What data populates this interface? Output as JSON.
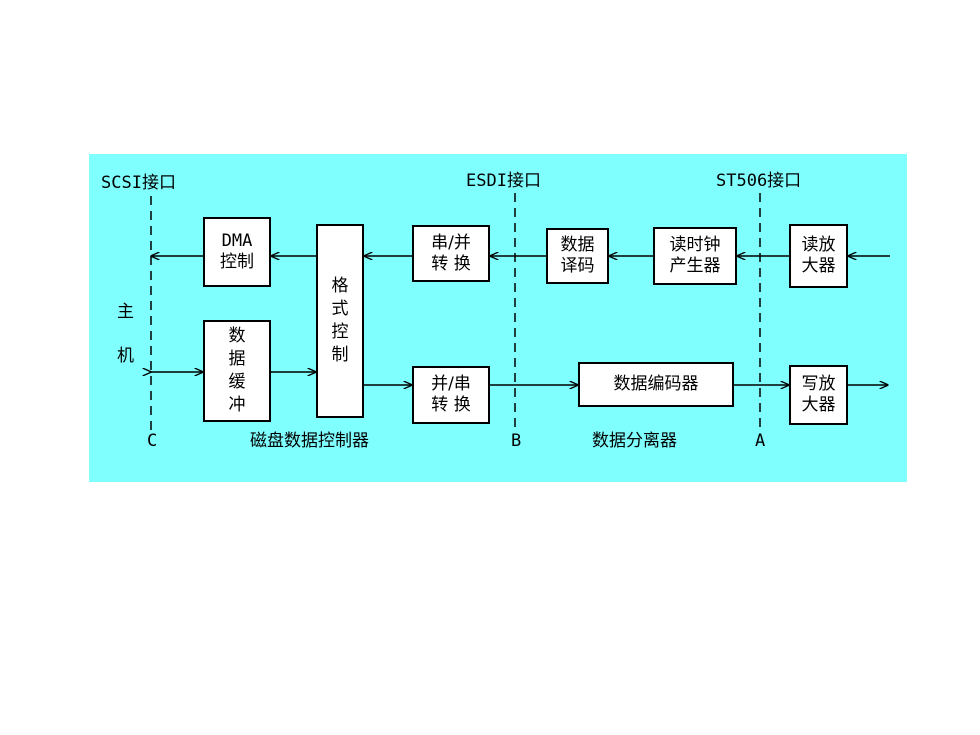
{
  "interfaces": {
    "scsi": "SCSI接口",
    "esdi": "ESDI接口",
    "st506": "ST506接口"
  },
  "host": {
    "line1": "主",
    "line2": "机"
  },
  "points": {
    "c": "C",
    "b": "B",
    "a": "A"
  },
  "sections": {
    "disk_controller": "磁盘数据控制器",
    "data_separator": "数据分离器"
  },
  "blocks": {
    "dma_control": {
      "line1": "DMA",
      "line2": "控制"
    },
    "data_buffer": {
      "line1": "数",
      "line2": "据",
      "line3": "缓",
      "line4": "冲"
    },
    "format_control": {
      "line1": "格",
      "line2": "式",
      "line3": "控",
      "line4": "制"
    },
    "serial_parallel": {
      "line1": "串/并",
      "line2": "转 换"
    },
    "parallel_serial": {
      "line1": "并/串",
      "line2": "转 换"
    },
    "data_decode": {
      "line1": "数据",
      "line2": "译码"
    },
    "read_clock": {
      "line1": "读时钟",
      "line2": "产生器"
    },
    "read_amp": {
      "line1": "读放",
      "line2": "大器"
    },
    "data_encoder": {
      "line1": "数据编码器"
    },
    "write_amp": {
      "line1": "写放",
      "line2": "大器"
    }
  },
  "colors": {
    "panel": "#80ffff",
    "box": "#ffffff",
    "line": "#000000"
  }
}
